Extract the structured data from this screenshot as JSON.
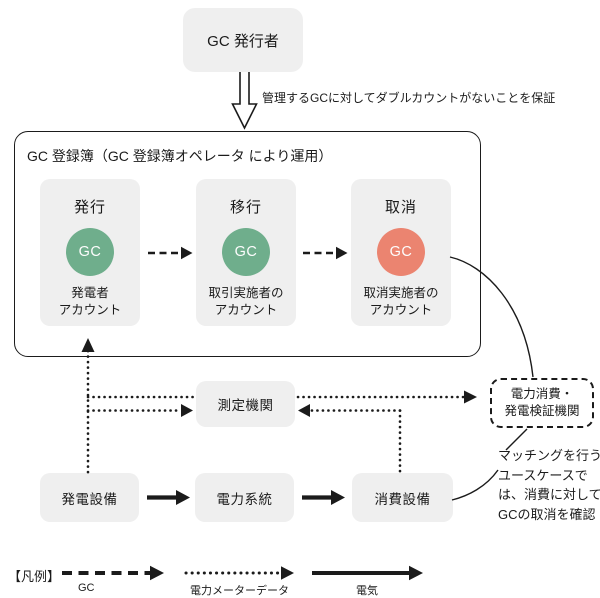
{
  "issuer": {
    "label": "GC 発行者"
  },
  "guarantee_note": "管理するGCに対してダブルカウントがないことを保証",
  "registry": {
    "title": "GC 登録簿（GC 登録簿オペレータ により運用）",
    "steps": [
      {
        "title": "発行",
        "badge": "GC",
        "account": "発電者\nアカウント",
        "badge_color": "#6fae8c"
      },
      {
        "title": "移行",
        "badge": "GC",
        "account": "取引実施者の\nアカウント",
        "badge_color": "#6fae8c"
      },
      {
        "title": "取消",
        "badge": "GC",
        "account": "取消実施者の\nアカウント",
        "badge_color": "#eb8470"
      }
    ]
  },
  "measurement": {
    "label": "測定機関"
  },
  "facilities": {
    "generation": {
      "label": "発電設備"
    },
    "grid": {
      "label": "電力系統"
    },
    "consumption": {
      "label": "消費設備"
    }
  },
  "verifier": {
    "label": "電力消費・\n発電検証機関"
  },
  "matching_note": "マッチングを行う\nユースケースで\nは、消費に対して\nGCの取消を確認",
  "legend": {
    "title": "【凡例】",
    "items": [
      {
        "label": "GC",
        "line_style": "dashed"
      },
      {
        "label": "電力メーターデータ",
        "line_style": "dotted"
      },
      {
        "label": "電気",
        "line_style": "solid"
      }
    ]
  },
  "colors": {
    "box_bg": "#efefef",
    "line": "#1b1b1b",
    "gc_issued": "#6fae8c",
    "gc_cancelled": "#eb8470"
  }
}
